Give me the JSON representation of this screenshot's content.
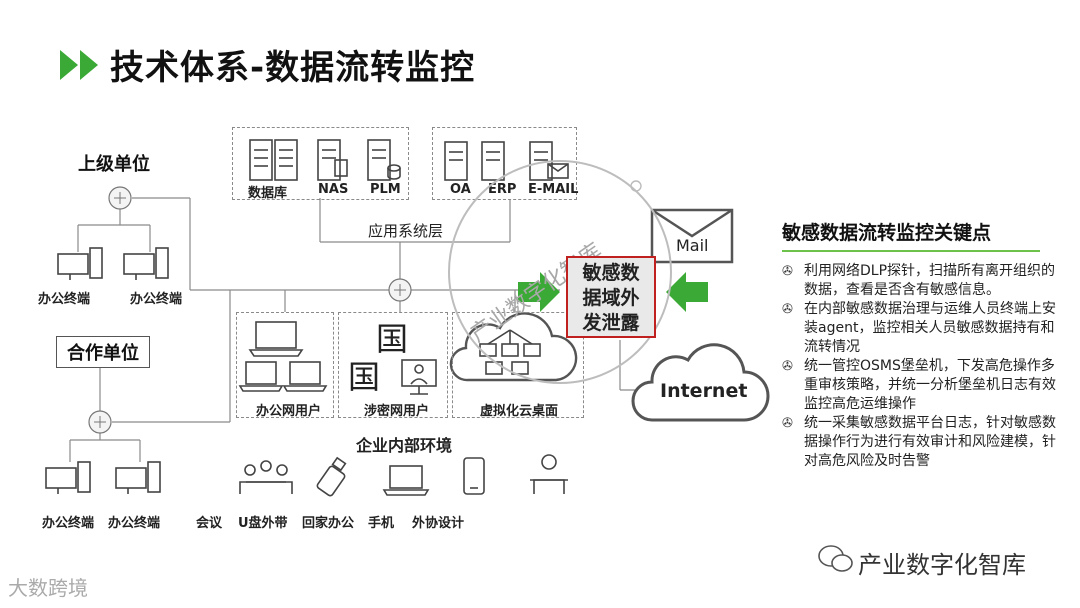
{
  "title": "技术体系-数据流转监控",
  "upper_unit": "上级单位",
  "partner_unit": "合作单位",
  "office_terminal": "办公终端",
  "app_layer": {
    "label": "应用系统层",
    "group1": [
      "数据库",
      "NAS",
      "PLM"
    ],
    "group2": [
      "OA",
      "ERP",
      "E-MAIL"
    ]
  },
  "sensitive_box": "敏感数据域外发泄露",
  "mail_label": "Mail",
  "internet_label": "Internet",
  "office_user": "办公网用户",
  "classified_user": "涉密网用户",
  "virtual_desktop": "虚拟化云桌面",
  "guo_char": "国",
  "enterprise_env": "企业内部环境",
  "leak_channels": [
    "会议",
    "U盘外带",
    "回家办公",
    "手机",
    "外协设计"
  ],
  "panel": {
    "title": "敏感数据流转监控关键点",
    "bullet_symbol": "✇",
    "items": [
      "利用网络DLP探针，扫描所有离开组织的数据，查看是否含有敏感信息。",
      "在内部敏感数据治理与运维人员终端上安装agent，监控相关人员敏感数据持有和流转情况",
      "统一管控OSMS堡垒机，下发高危操作多重审核策略，并统一分析堡垒机日志有效监控高危运维操作",
      "统一采集敏感数据平台日志，针对敏感数据操作行为进行有效审计和风险建模，针对高危风险及时告警"
    ]
  },
  "watermark": "产业数字化智库",
  "watermark_logo": "大数跨境",
  "stamp_text": "产业数字化智库",
  "colors": {
    "accent_green": "#3aa935",
    "alert_red": "#c0201f",
    "panel_line": "#6cc24a"
  }
}
